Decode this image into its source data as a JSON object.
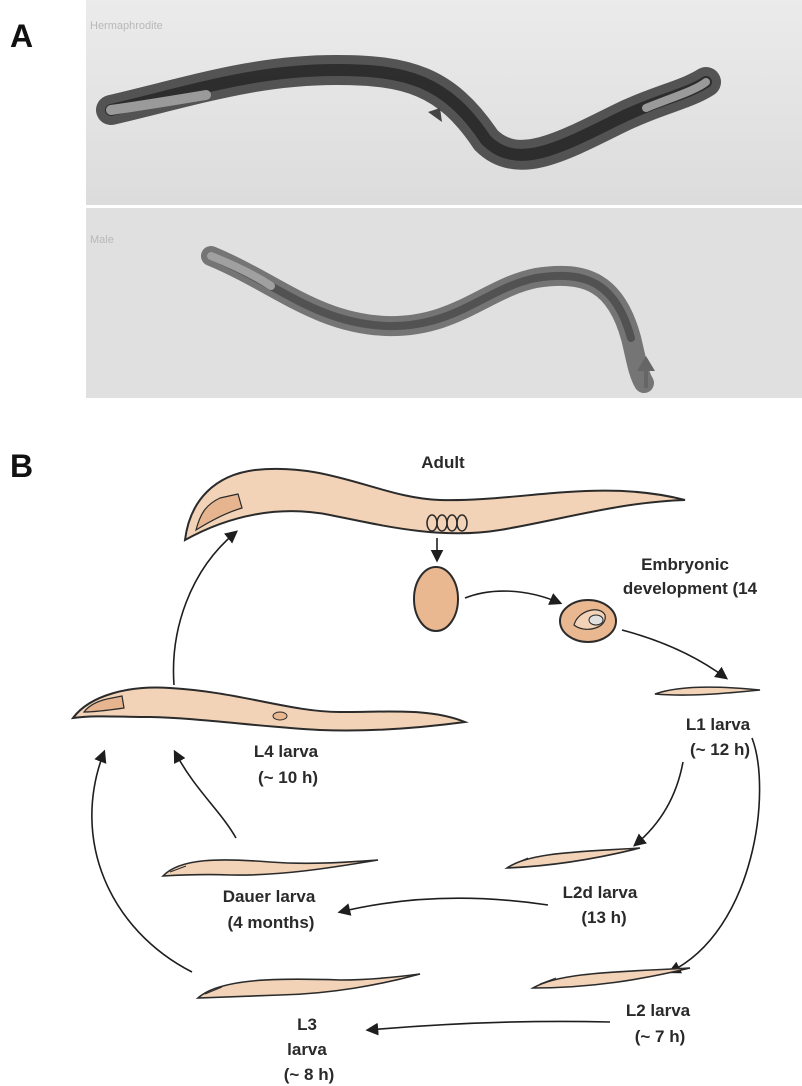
{
  "panel_a": {
    "letter": "A",
    "hermaphrodite_label": "Hermaphrodite",
    "male_label": "Male"
  },
  "panel_b": {
    "letter": "B",
    "stages": {
      "adult": "Adult",
      "embryonic_line1": "Embryonic",
      "embryonic_line2": "development (14",
      "l1_line1": "L1 larva",
      "l1_line2": "(~ 12 h)",
      "l4_line1": "L4 larva",
      "l4_line2": "(~ 10 h)",
      "dauer_line1": "Dauer larva",
      "dauer_line2": "(4 months)",
      "l2d_line1": "L2d larva",
      "l2d_line2": "(13 h)",
      "l2_line1": "L2 larva",
      "l2_line2": "(~ 7 h)",
      "l3_line1": "L3",
      "l3_line2": "larva",
      "l3_line3": "(~ 8 h)"
    }
  },
  "colors": {
    "worm_fill": "#f2d3b7",
    "egg_fill": "#e9b890",
    "outline": "#2b2b2b",
    "photo_bg": "#e6e6e6"
  }
}
